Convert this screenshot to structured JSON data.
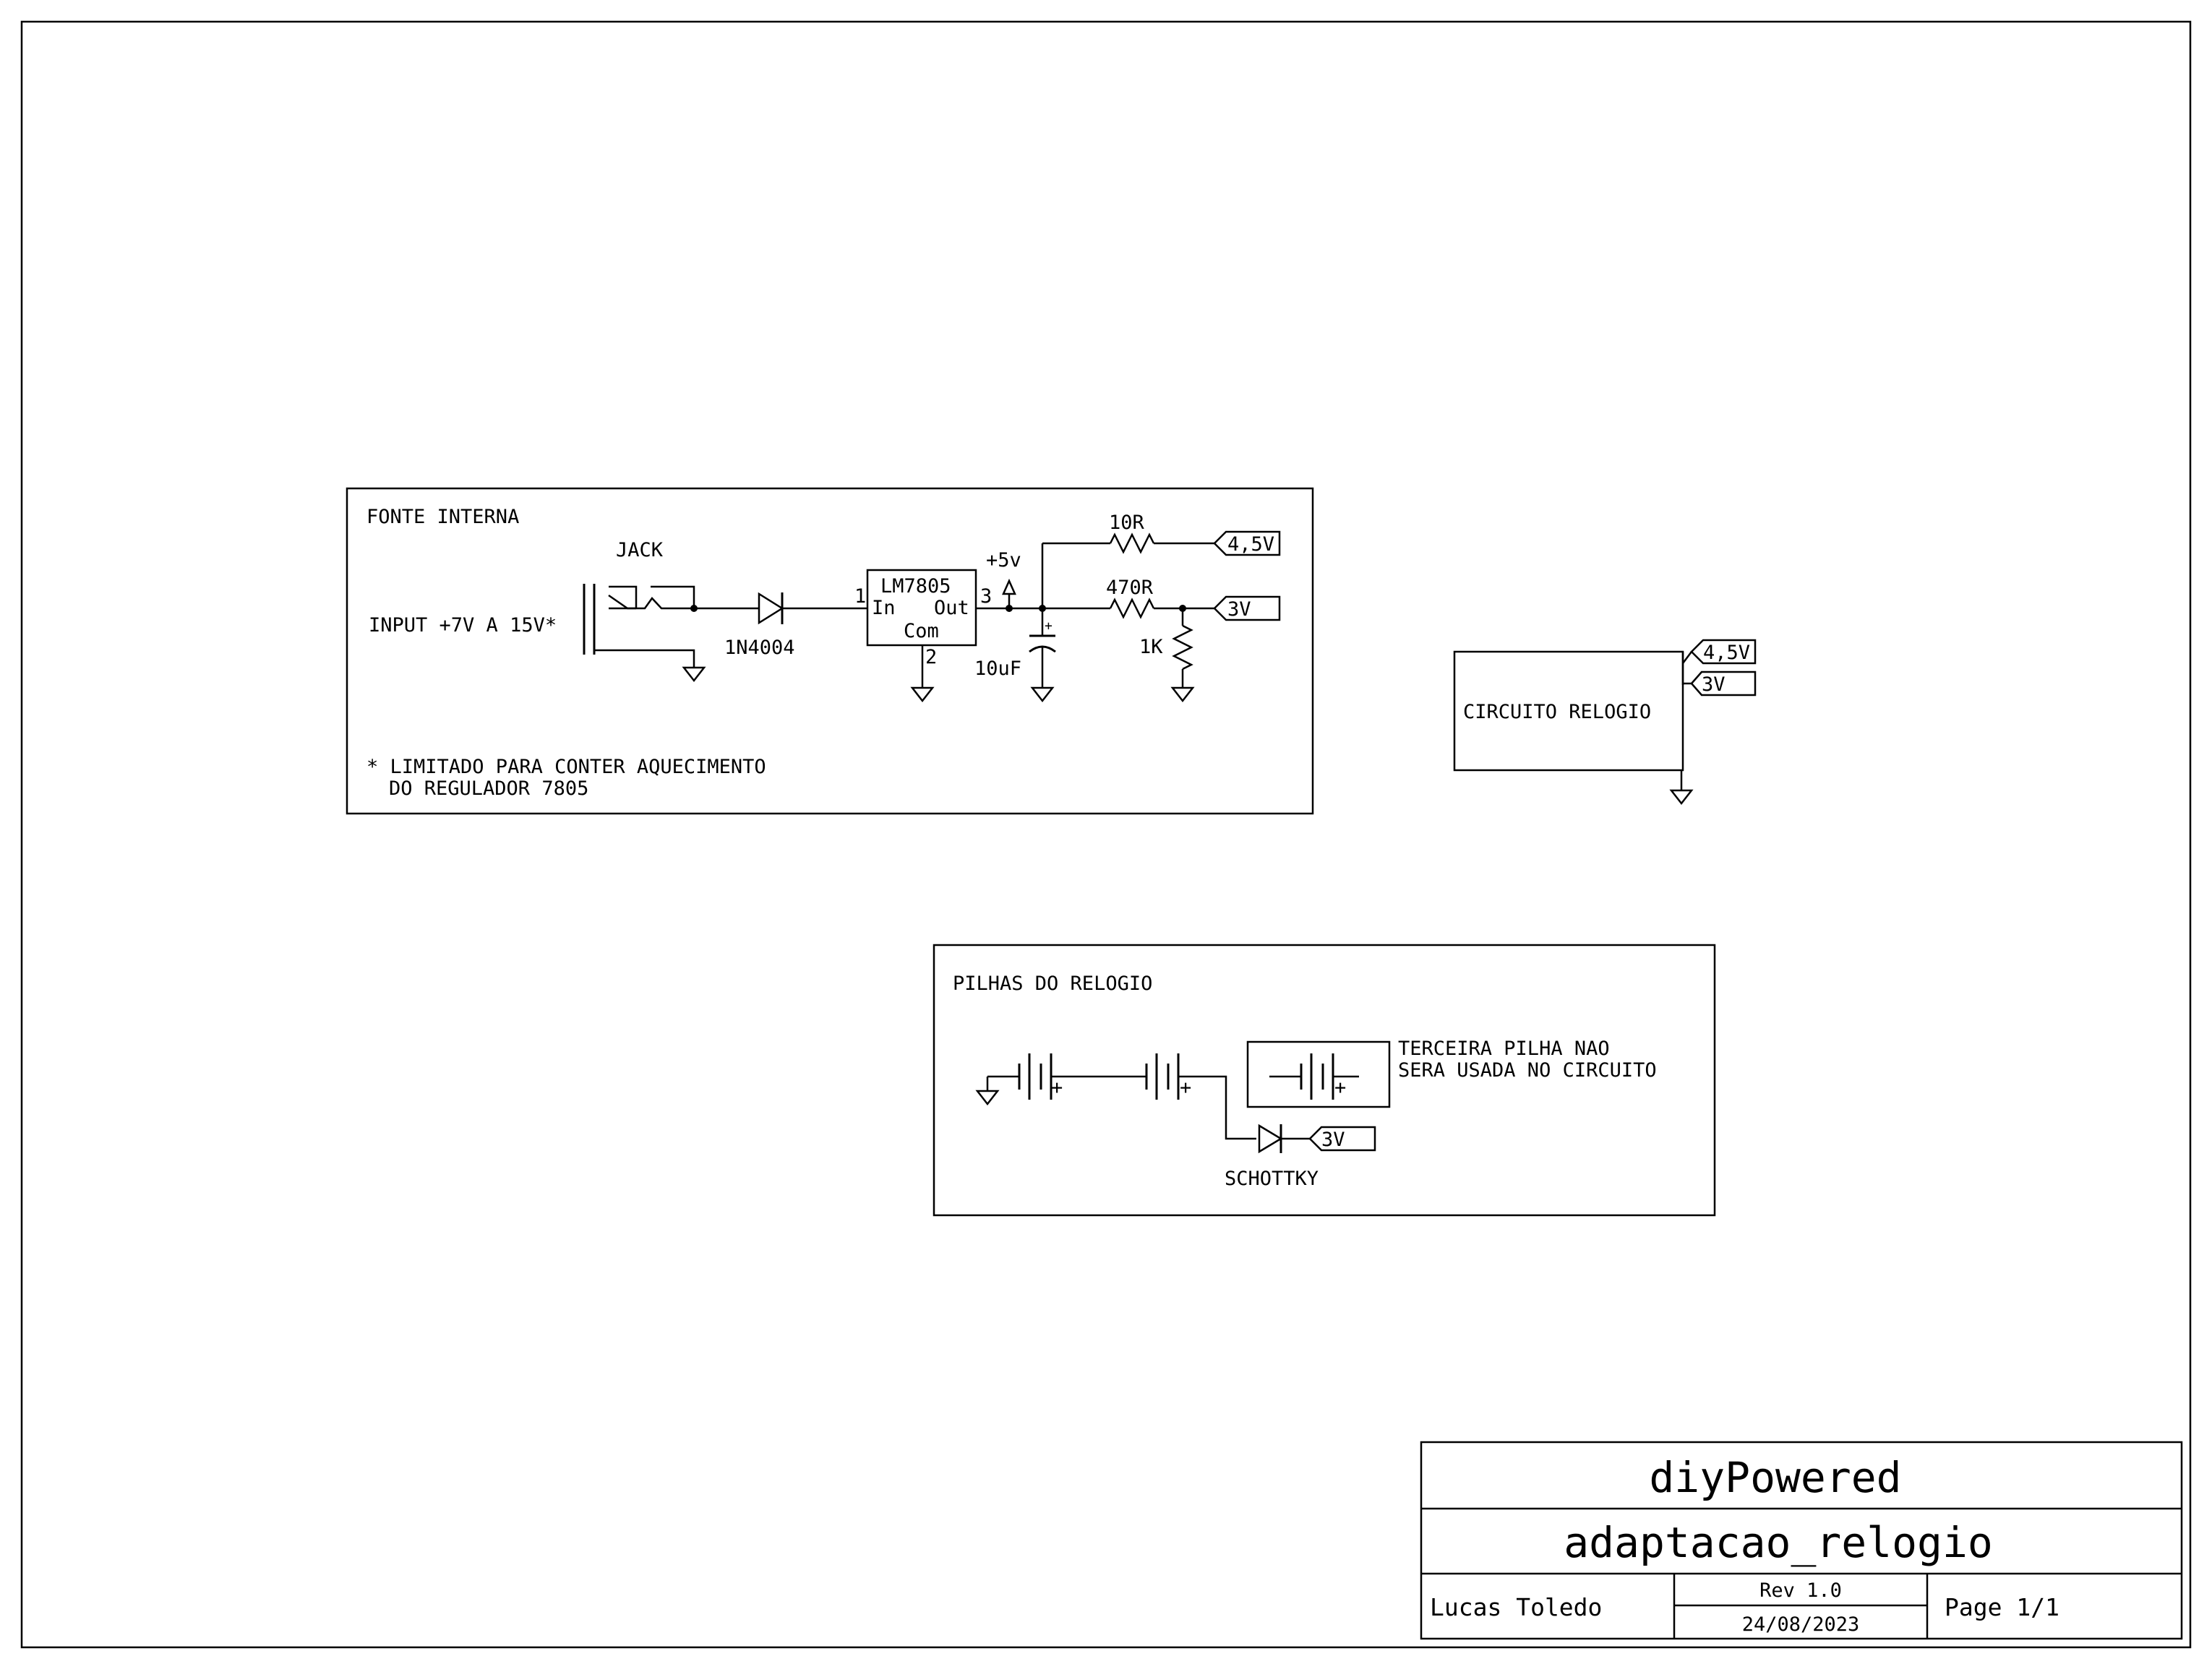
{
  "sections": {
    "fonte_interna": {
      "title": "FONTE INTERNA",
      "input_label": "INPUT +7V A 15V*",
      "jack": "JACK",
      "diode": "1N4004",
      "regulator": {
        "name": "LM7805",
        "pin_in": "In",
        "pin_out": "Out",
        "pin_com": "Com",
        "pin1": "1",
        "pin2": "2",
        "pin3": "3"
      },
      "vcc": "+5v",
      "capacitor": "10uF",
      "capacitor_polarity": "+",
      "r1": "10R",
      "r2": "470R",
      "r3": "1K",
      "net_4v5": "4,5V",
      "net_3v": "3V",
      "note_line1": "* LIMITADO PARA CONTER AQUECIMENTO",
      "note_line2": "DO REGULADOR 7805"
    },
    "circuito_relogio": {
      "label": "CIRCUITO RELOGIO",
      "net_4v5": "4,5V",
      "net_3v": "3V"
    },
    "pilhas": {
      "title": "PILHAS DO RELOGIO",
      "plus": "+",
      "diode": "SCHOTTKY",
      "net_3v": "3V",
      "note_line1": "TERCEIRA PILHA NAO",
      "note_line2": "SERA USADA NO CIRCUITO"
    }
  },
  "title_block": {
    "company": "diyPowered",
    "project": "adaptacao_relogio",
    "author": "Lucas Toledo",
    "revision": "Rev 1.0",
    "date": "24/08/2023",
    "page": "Page 1/1"
  }
}
